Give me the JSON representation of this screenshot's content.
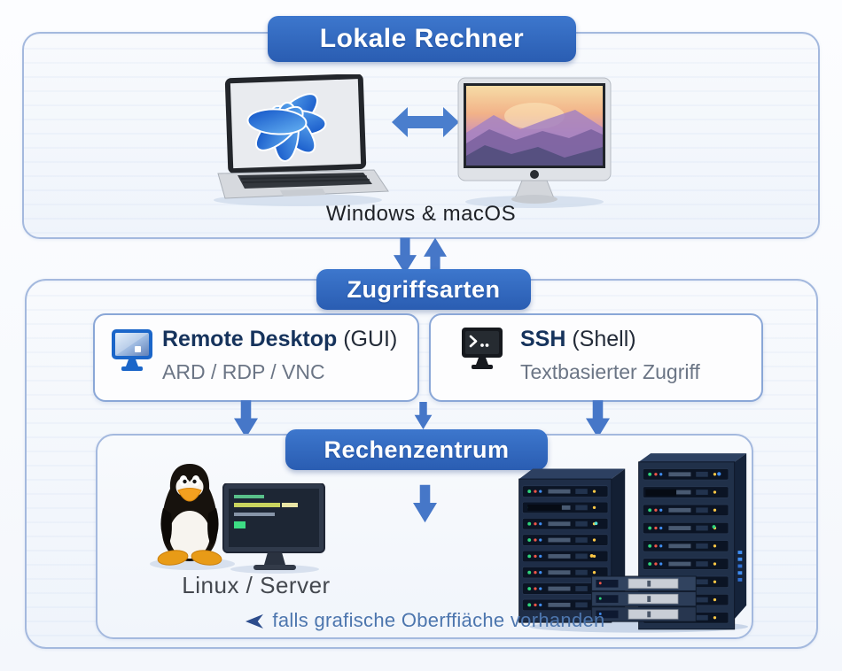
{
  "local": {
    "title": "Lokale Rechner",
    "caption": "Windows & macOS"
  },
  "access": {
    "title": "Zugriffsarten",
    "remote": {
      "name": "Remote Desktop",
      "mode": "(GUI)",
      "protocols": "ARD / RDP / VNC"
    },
    "ssh": {
      "name": "SSH",
      "mode": "(Shell)",
      "description": "Textbasierter Zugriff"
    }
  },
  "datacenter": {
    "title": "Rechenzentrum",
    "caption": "Linux / Server",
    "note": "falls grafische Oberffiäche vorhanden"
  },
  "icons": {
    "remote_desktop": "blue-monitor-icon",
    "ssh": "dark-terminal-icon",
    "note": "cursor-arrow-icon",
    "sync": "double-headed-arrow",
    "flow": "down-arrow"
  },
  "theme": {
    "banner_blue": "#2f66c0",
    "panel_border": "#a4b9de",
    "arrow_blue": "#4677c8",
    "title_navy": "#16335c",
    "subtitle_gray": "#6b7585",
    "note_blue": "#4d76ae"
  }
}
